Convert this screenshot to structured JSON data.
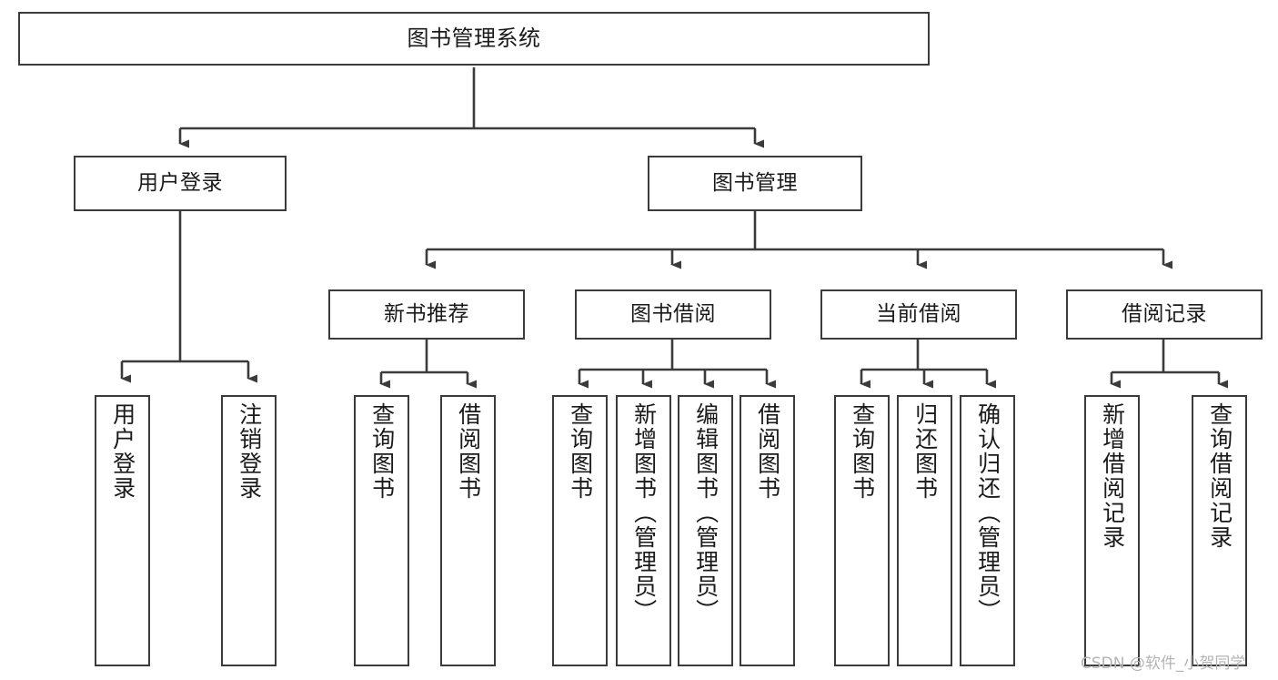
{
  "diagram": {
    "title": "图书管理系统",
    "type": "tree-hierarchy",
    "watermark": "CSDN @软件_小贺同学",
    "colors": {
      "stroke": "#3b3b3b",
      "fill": "#ffffff",
      "text": "#1a1a1a",
      "watermark": "#b4b4b4"
    },
    "levels": {
      "root": {
        "label": "图书管理系统"
      },
      "level2": [
        {
          "label": "用户登录"
        },
        {
          "label": "图书管理"
        }
      ],
      "level3": [
        {
          "label": "新书推荐"
        },
        {
          "label": "图书借阅"
        },
        {
          "label": "当前借阅"
        },
        {
          "label": "借阅记录"
        }
      ],
      "leaves": [
        {
          "label": "用户登录",
          "parent": "用户登录"
        },
        {
          "label": "注销登录",
          "parent": "用户登录"
        },
        {
          "label": "查询图书",
          "parent": "新书推荐"
        },
        {
          "label": "借阅图书",
          "parent": "新书推荐"
        },
        {
          "label": "查询图书",
          "parent": "图书借阅"
        },
        {
          "label": "新增图书（管理员）",
          "parent": "图书借阅"
        },
        {
          "label": "编辑图书（管理员）",
          "parent": "图书借阅"
        },
        {
          "label": "借阅图书",
          "parent": "图书借阅"
        },
        {
          "label": "查询图书",
          "parent": "当前借阅"
        },
        {
          "label": "归还图书",
          "parent": "当前借阅"
        },
        {
          "label": "确认归还（管理员）",
          "parent": "当前借阅"
        },
        {
          "label": "新增借阅记录",
          "parent": "借阅记录"
        },
        {
          "label": "查询借阅记录",
          "parent": "借阅记录"
        }
      ]
    }
  }
}
